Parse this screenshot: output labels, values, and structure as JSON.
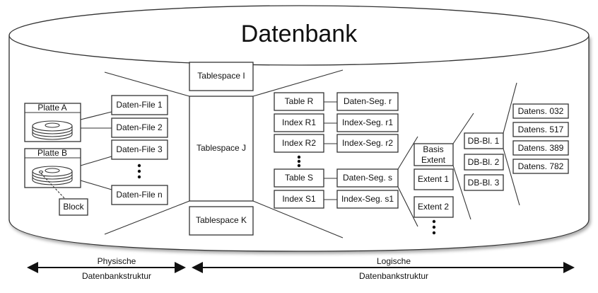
{
  "title": "Datenbank",
  "physical": {
    "disks": [
      {
        "label": "Platte A"
      },
      {
        "label": "Platte B"
      }
    ],
    "block_label": "Block",
    "data_files": [
      "Daten-File 1",
      "Daten-File 2",
      "Daten-File 3",
      "Daten-File n"
    ]
  },
  "tablespaces": [
    "Tablespace I",
    "Tablespace J",
    "Tablespace K"
  ],
  "logical": {
    "objects": [
      "Table R",
      "Index R1",
      "Index R2",
      "Table S",
      "Index S1"
    ],
    "segments": [
      "Daten-Seg. r",
      "Index-Seg. r1",
      "Index-Seg. r2",
      "Daten-Seg. s",
      "Index-Seg. s1"
    ],
    "extents": {
      "basis_line1": "Basis",
      "basis_line2": "Extent",
      "items": [
        "Extent 1",
        "Extent 2"
      ]
    },
    "db_blocks": [
      "DB-Bl. 1",
      "DB-Bl. 2",
      "DB-Bl. 3"
    ],
    "records": [
      "Datens. 032",
      "Datens. 517",
      "Datens. 389",
      "Datens. 782"
    ]
  },
  "footer": {
    "physical_line1": "Physische",
    "physical_line2": "Datenbankstruktur",
    "logical_line1": "Logische",
    "logical_line2": "Datenbankstruktur"
  }
}
